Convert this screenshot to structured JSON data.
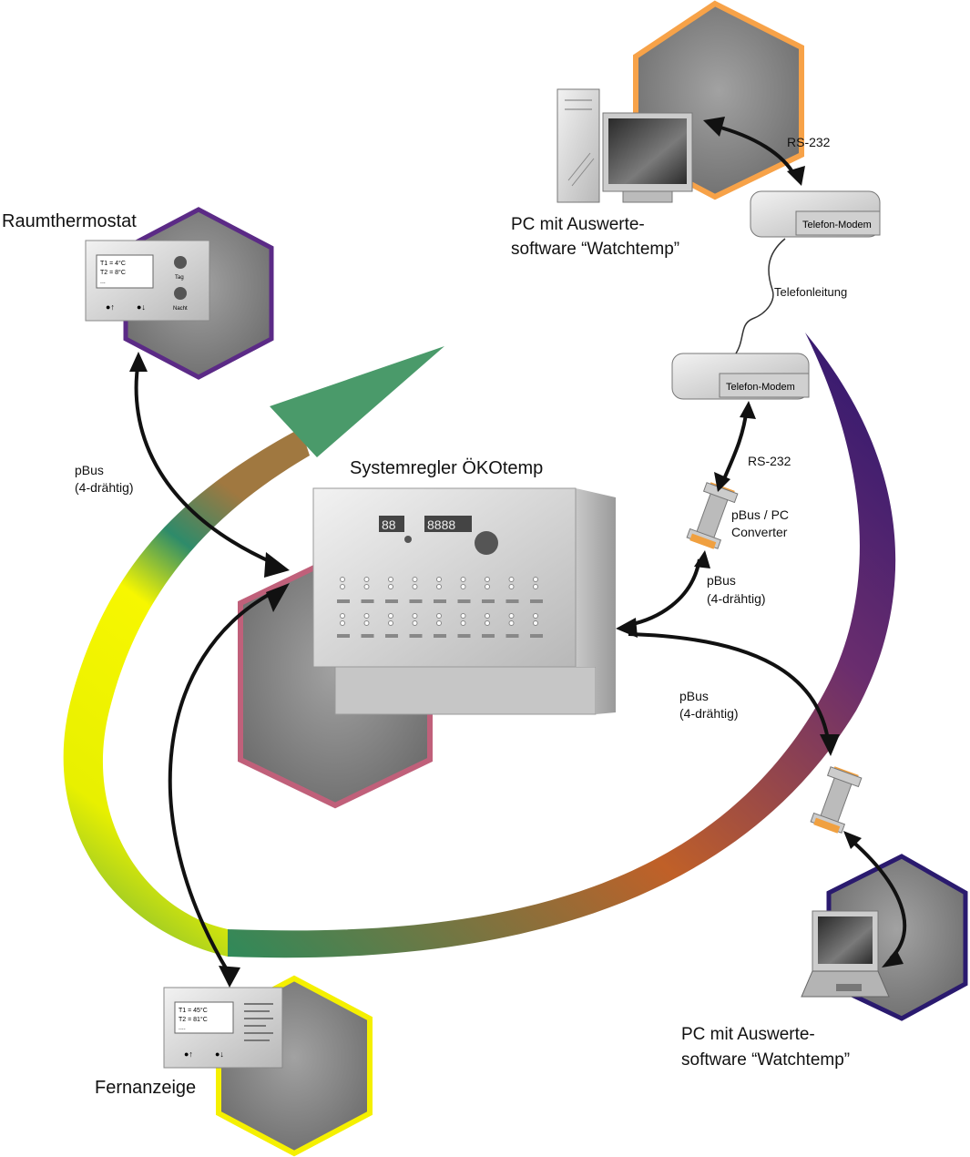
{
  "labels": {
    "raumthermostat": "Raumthermostat",
    "systemregler": "Systemregler ÖKOtemp",
    "pc_top_line1": "PC mit Auswerte-",
    "pc_top_line2": "software “Watchtemp”",
    "rs232_top": "RS-232",
    "telefonleitung": "Telefonleitung",
    "rs232_mid": "RS-232",
    "converter_line1": "pBus / PC",
    "converter_line2": "Converter",
    "pbus_left_line1": "pBus",
    "pbus_left_line2": "(4-drähtig)",
    "pbus_conv_line1": "pBus",
    "pbus_conv_line2": "(4-drähtig)",
    "pbus_right_line1": "pBus",
    "pbus_right_line2": "(4-drähtig)",
    "fernanzeige": "Fernanzeige",
    "pc_bottom_line1": "PC mit Auswerte-",
    "pc_bottom_line2": "software “Watchtemp”"
  },
  "modem_top_label": "Telefon-Modem",
  "modem_bottom_label": "Telefon-Modem",
  "regler_display_left": "88",
  "regler_display_right": "8888",
  "thermostat_screen": [
    "T1 = 4°C",
    "T2 = 8°C",
    "..."
  ],
  "thermostat_knob_tag": "Tag",
  "thermostat_knob_nacht": "Nacht",
  "fernanzeige_screen": [
    "T1 = 45°C",
    "T2 = 81°C",
    "...."
  ],
  "colors": {
    "hex_orange": "#f7a248",
    "hex_purple": "#5b2a86",
    "hex_pink": "#c0607a",
    "hex_yellow": "#f5f000",
    "hex_navy": "#2a1a6e",
    "hex_fill": "#8a8a8a"
  }
}
